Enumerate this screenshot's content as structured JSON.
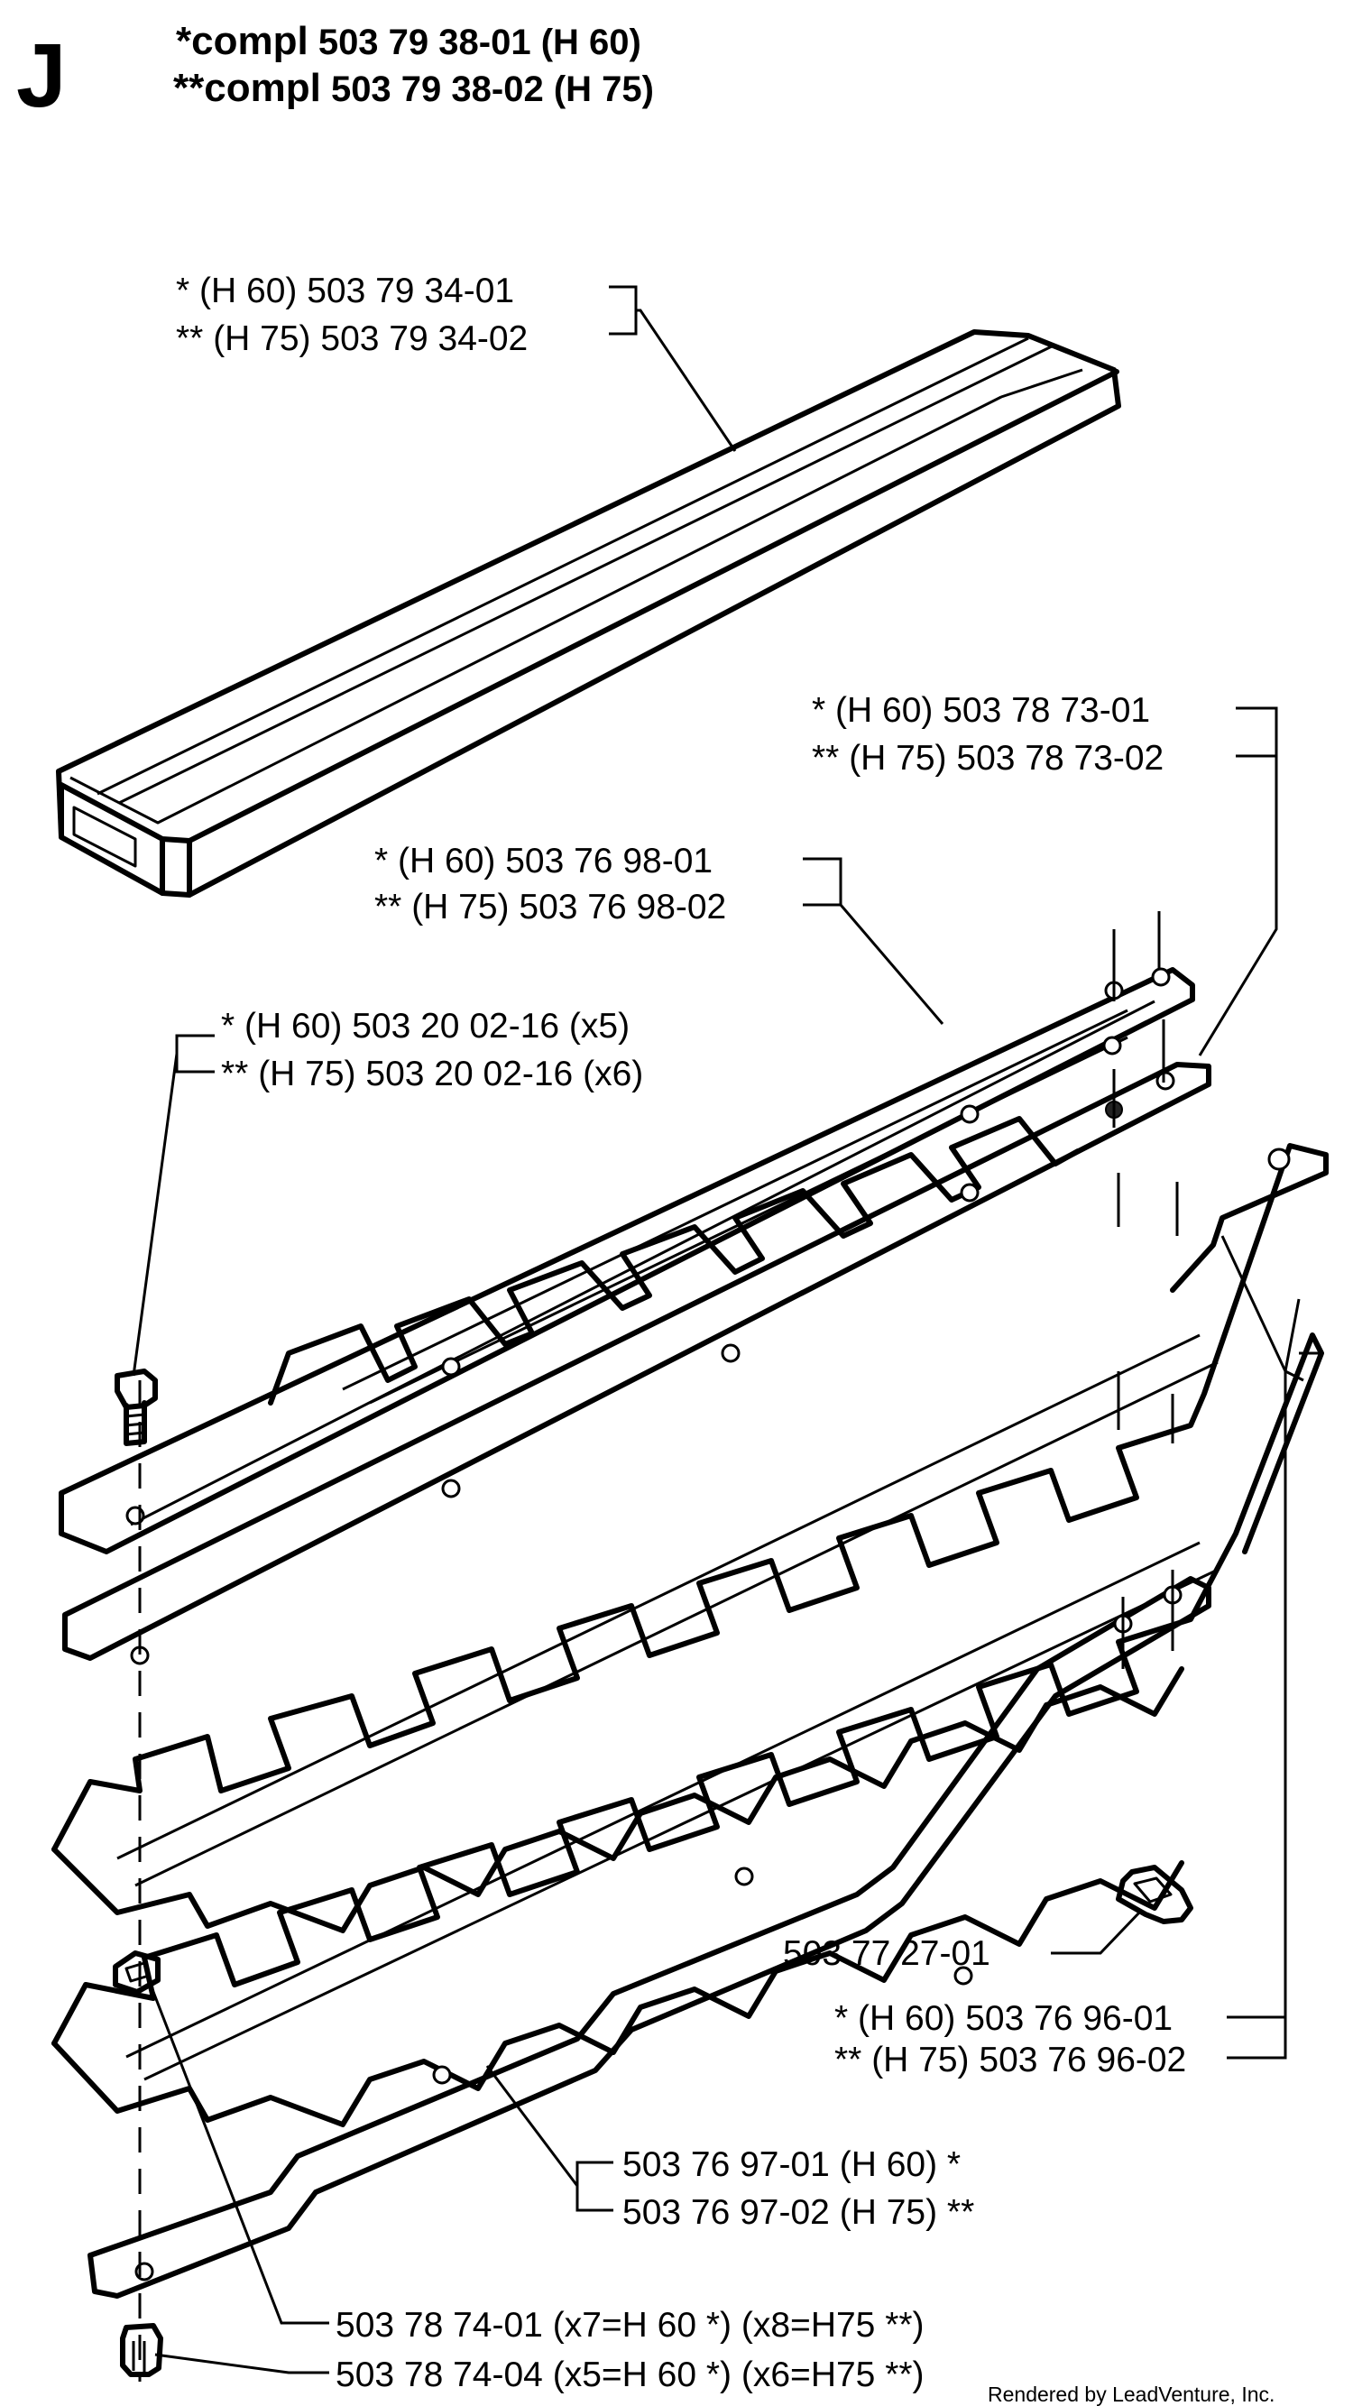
{
  "section_letter": "J",
  "header": [
    {
      "prefix": "*compl",
      "text": " 503 79 38-01 (H 60)"
    },
    {
      "prefix": "**compl",
      "text": " 503 79 38-02 (H 75)"
    }
  ],
  "parts": {
    "guide_bar": [
      "* (H 60) 503 79 34-01",
      "**  (H 75) 503 79 34-02"
    ],
    "spacer_plate": [
      "* (H 60) 503 78 73-01",
      "** (H 75) 503 78 73-02"
    ],
    "upper_blade": [
      "* (H 60) 503 76 98-01",
      "** (H 75) 503 76 98-02"
    ],
    "screw": [
      "* (H 60) 503 20 02-16 (x5)",
      "** (H 75) 503 20 02-16 (x6)"
    ],
    "clip": [
      "503 77 27-01"
    ],
    "lower_blade": [
      "* (H 60) 503 76 96-01",
      "** (H 75) 503 76 96-02"
    ],
    "base_plate": [
      "503 76 97-01 (H 60) *",
      "503 76 97-02 (H 75) **"
    ],
    "spacer": [
      "503 78 74-01 (x7=H 60 *) (x8=H75 **)"
    ],
    "nut": [
      "503 78 74-04 (x5=H 60 *) (x6=H75 **)"
    ]
  },
  "credit": "Rendered by LeadVenture, Inc."
}
